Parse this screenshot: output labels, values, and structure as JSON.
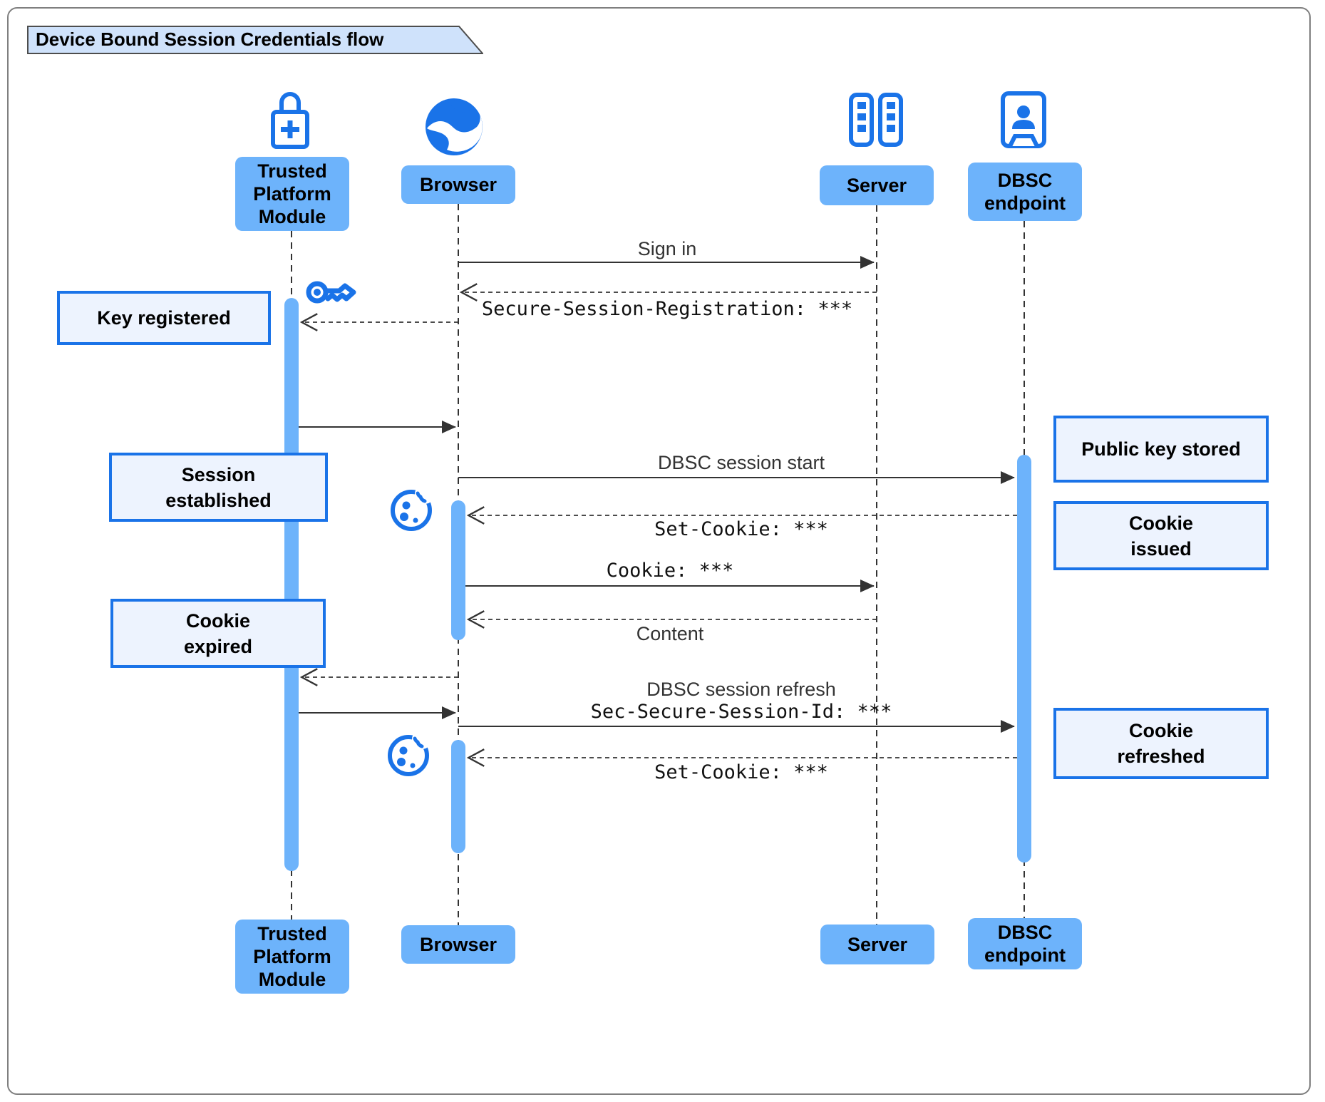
{
  "title": "Device Bound Session Credentials flow",
  "actors": [
    {
      "name": "Trusted Platform Module",
      "icon": "lock-plus-icon",
      "lines": [
        "Trusted",
        "Platform",
        "Module"
      ]
    },
    {
      "name": "Browser",
      "icon": "globe-icon",
      "lines": [
        "Browser"
      ]
    },
    {
      "name": "Server",
      "icon": "server-rack-icon",
      "lines": [
        "Server"
      ]
    },
    {
      "name": "DBSC endpoint",
      "icon": "id-badge-icon",
      "lines": [
        "DBSC",
        "endpoint"
      ]
    }
  ],
  "messages": [
    {
      "label": "Sign in",
      "from": "Browser",
      "to": "Server",
      "style": "solid",
      "font": "sans"
    },
    {
      "label": "Secure-Session-Registration: ***",
      "from": "Server",
      "to": "Browser",
      "style": "dashed",
      "font": "mono"
    },
    {
      "label": "",
      "from": "Browser",
      "to": "Trusted Platform Module",
      "style": "dashed"
    },
    {
      "label": "",
      "from": "Trusted Platform Module",
      "to": "Browser",
      "style": "solid"
    },
    {
      "label": "DBSC session start",
      "from": "Browser",
      "to": "DBSC endpoint",
      "style": "solid",
      "font": "sans"
    },
    {
      "label": "Set-Cookie: ***",
      "from": "DBSC endpoint",
      "to": "Browser",
      "style": "dashed",
      "font": "mono"
    },
    {
      "label": "Cookie: ***",
      "from": "Browser",
      "to": "Server",
      "style": "solid",
      "font": "mono"
    },
    {
      "label": "Content",
      "from": "Server",
      "to": "Browser",
      "style": "dashed",
      "font": "sans"
    },
    {
      "label": "",
      "from": "Browser",
      "to": "Trusted Platform Module",
      "style": "dashed"
    },
    {
      "label": "",
      "from": "Trusted Platform Module",
      "to": "Browser",
      "style": "solid"
    },
    {
      "label_sans": "DBSC session refresh",
      "label_mono": "Sec-Secure-Session-Id: ***",
      "from": "Browser",
      "to": "DBSC endpoint",
      "style": "solid"
    },
    {
      "label": "Set-Cookie: ***",
      "from": "DBSC endpoint",
      "to": "Browser",
      "style": "dashed",
      "font": "mono"
    }
  ],
  "notes": [
    {
      "lines": [
        "Key registered"
      ],
      "side": "left of Trusted Platform Module"
    },
    {
      "lines": [
        "Session",
        "established"
      ],
      "side": "left of Trusted Platform Module"
    },
    {
      "lines": [
        "Cookie",
        "expired"
      ],
      "side": "left of Trusted Platform Module"
    },
    {
      "lines": [
        "Public key stored"
      ],
      "side": "right of DBSC endpoint"
    },
    {
      "lines": [
        "Cookie",
        "issued"
      ],
      "side": "right of DBSC endpoint"
    },
    {
      "lines": [
        "Cookie",
        "refreshed"
      ],
      "side": "right of DBSC endpoint"
    }
  ],
  "decorations": [
    {
      "icon": "key-icon",
      "near": "Trusted Platform Module activation start"
    },
    {
      "icon": "cookie-icon",
      "near": "Browser activation 1"
    },
    {
      "icon": "cookie-icon",
      "near": "Browser activation 2"
    }
  ],
  "colors": {
    "actor-fill": "#6db3fb",
    "icon-blue": "#1a73e8",
    "note-fill": "#edf3fe",
    "note-border": "#1a73e8",
    "line-color": "#333333",
    "title-fill": "#cfe2fb",
    "text-dark": "#111111",
    "msg-gray": "#333333"
  }
}
